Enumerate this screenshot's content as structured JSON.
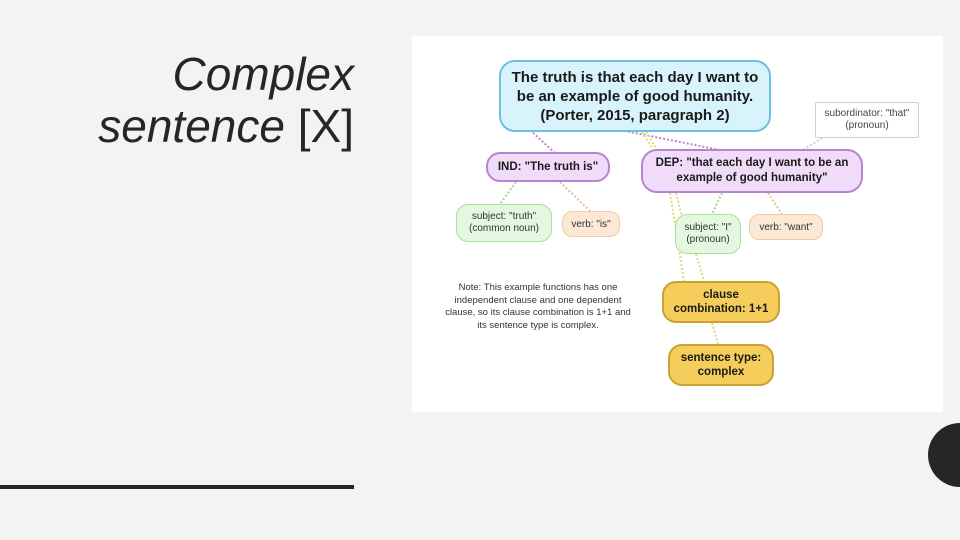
{
  "slide": {
    "title_line1": "Complex",
    "title_line2_italic": "sentence",
    "title_line2_plain": " [X]",
    "colors": {
      "background": "#f3f3f3",
      "text": "#262626",
      "accent_dot": "#262626"
    }
  },
  "diagram": {
    "root": {
      "line1": "The truth is that each day I want to",
      "line2": "be an example of good humanity.",
      "line3": "(Porter, 2015, paragraph 2)"
    },
    "subordinator": {
      "line1": "subordinator: \"that\"",
      "line2": "(pronoun)"
    },
    "independent_clause": {
      "label": "IND: \"The truth is\""
    },
    "dependent_clause": {
      "line1": "DEP: \"that each day I want to be an",
      "line2": "example of good humanity\""
    },
    "ind_subject": {
      "line1": "subject: \"truth\"",
      "line2": "(common noun)"
    },
    "ind_verb": {
      "label": "verb: \"is\""
    },
    "dep_subject": {
      "line1": "subject: \"I\"",
      "line2": "(pronoun)"
    },
    "dep_verb": {
      "label": "verb: \"want\""
    },
    "clause_combination": {
      "line1": "clause",
      "line2": "combination: 1+1"
    },
    "sentence_type": {
      "line1": "sentence type:",
      "line2": "complex"
    },
    "note": "Note: This example functions has one independent clause and one dependent clause, so its clause combination is 1+1 and its sentence type is complex.",
    "colors": {
      "root_fill": "#d9f3fb",
      "root_border": "#6cbfe0",
      "clause_fill": "#f0dcf8",
      "clause_border": "#b785d0",
      "subject_fill": "#e3f8df",
      "verb_fill": "#fbe9d6",
      "result_fill": "#f4cd5b",
      "result_border": "#c9a232"
    }
  }
}
